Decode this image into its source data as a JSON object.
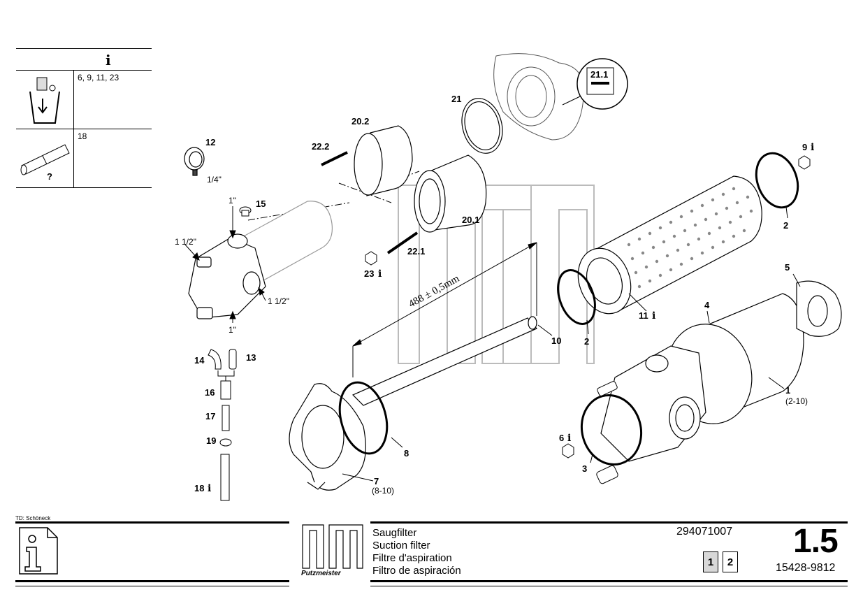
{
  "legend": {
    "header_icon": "info-icon",
    "rows": [
      {
        "icon": "lubricate-disposal-icon",
        "text": "6, 9, 11, 23"
      },
      {
        "icon": "hose-pipe-icon",
        "text": "18"
      }
    ]
  },
  "callouts": {
    "c1": "1",
    "c1_sub": "(2-10)",
    "c2a": "2",
    "c2b": "2",
    "c3": "3",
    "c4": "4",
    "c5": "5",
    "c6": "6",
    "c7": "7",
    "c7_sub": "(8-10)",
    "c8": "8",
    "c9": "9",
    "c10": "10",
    "c11": "11",
    "c12": "12",
    "c13": "13",
    "c14": "14",
    "c15": "15",
    "c16": "16",
    "c17": "17",
    "c18": "18",
    "c19": "19",
    "c20_1": "20.1",
    "c20_2": "20.2",
    "c21": "21",
    "c21_1": "21.1",
    "c22_1": "22.1",
    "c22_2": "22.2",
    "c23": "23",
    "dim_1_4": "1/4\"",
    "dim_1a": "1\"",
    "dim_1b": "1\"",
    "dim_1_1_2a": "1 1/2\"",
    "dim_1_1_2b": "1 1/2\"",
    "length": "488 ± 0,5mm",
    "info_mark": "i",
    "q_mark": "?"
  },
  "footer": {
    "td": "TD: Schöneck",
    "title_de": "Saugfilter",
    "title_en": "Suction filter",
    "title_fr": "Filtre d'aspiration",
    "title_es": "Filtro de aspiración",
    "doc_number": "294071007",
    "section": "1.5",
    "part_number": "15428-9812",
    "page_current": "1",
    "page_next": "2",
    "brand": "Putzmeister"
  }
}
